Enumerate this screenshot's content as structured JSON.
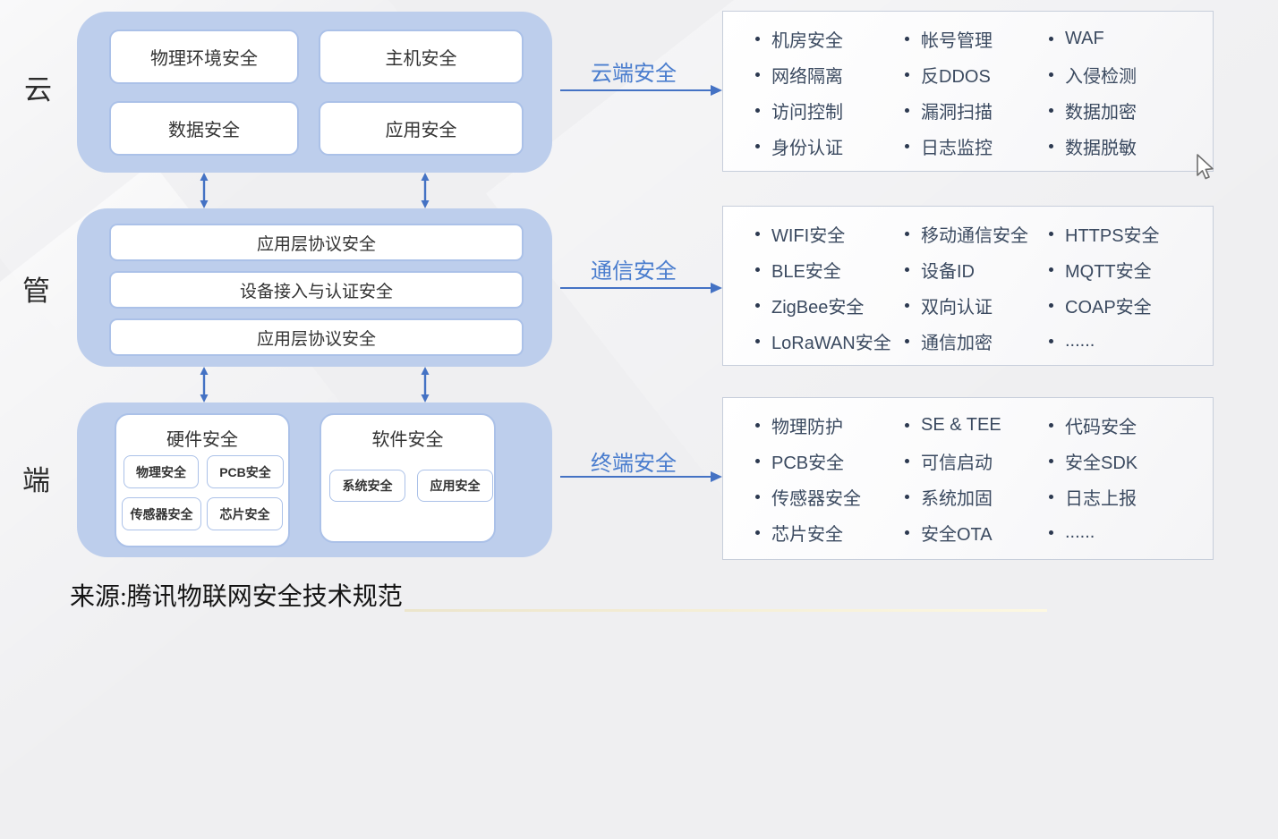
{
  "layers": [
    {
      "label": "云",
      "boxes": [
        "物理环境安全",
        "主机安全",
        "数据安全",
        "应用安全"
      ],
      "arrow_label": "云端安全",
      "panel_columns": [
        [
          "机房安全",
          "网络隔离",
          "访问控制",
          "身份认证"
        ],
        [
          "帐号管理",
          "反DDOS",
          "漏洞扫描",
          "日志监控"
        ],
        [
          "WAF",
          "入侵检测",
          "数据加密",
          "数据脱敏"
        ]
      ]
    },
    {
      "label": "管",
      "rows": [
        "应用层协议安全",
        "设备接入与认证安全",
        "应用层协议安全"
      ],
      "arrow_label": "通信安全",
      "panel_columns": [
        [
          "WIFI安全",
          "BLE安全",
          "ZigBee安全",
          "LoRaWAN安全"
        ],
        [
          "移动通信安全",
          "设备ID",
          "双向认证",
          "通信加密"
        ],
        [
          "HTTPS安全",
          "MQTT安全",
          "COAP安全",
          "......"
        ]
      ]
    },
    {
      "label": "端",
      "cards": [
        {
          "title": "硬件安全",
          "items": [
            "物理安全",
            "PCB安全",
            "传感器安全",
            "芯片安全"
          ]
        },
        {
          "title": "软件安全",
          "items": [
            "系统安全",
            "应用安全"
          ]
        }
      ],
      "arrow_label": "终端安全",
      "panel_columns": [
        [
          "物理防护",
          "PCB安全",
          "传感器安全",
          "芯片安全"
        ],
        [
          "SE & TEE",
          "可信启动",
          "系统加固",
          "安全OTA"
        ],
        [
          "代码安全",
          "安全SDK",
          "日志上报",
          "......"
        ]
      ]
    }
  ],
  "footer": {
    "source": "来源:腾讯物联网安全技术规范"
  },
  "colors": {
    "container_fill": "#bdceec",
    "box_border": "#abc1e8",
    "arrow_blue": "#4472c4",
    "arrow_label_blue": "#4a7dce",
    "panel_border": "#c7cedb",
    "panel_text": "#3b4a60"
  }
}
